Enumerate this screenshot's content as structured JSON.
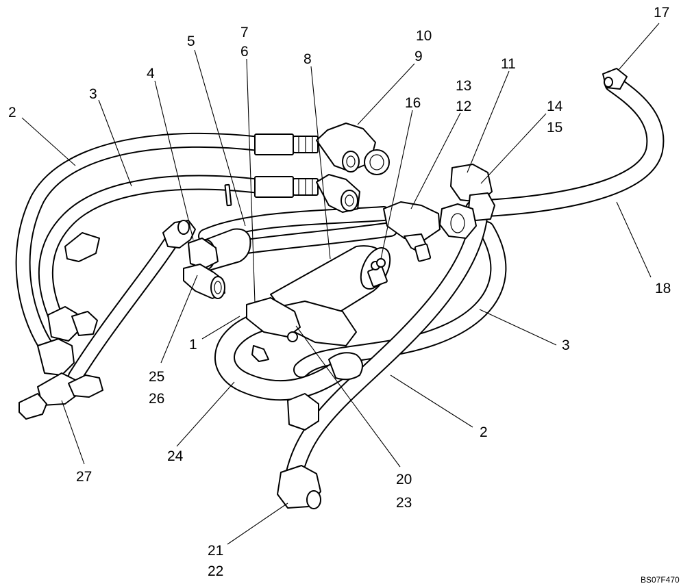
{
  "diagram": {
    "drawing_id": "BS07F470",
    "callouts": {
      "c1": "1",
      "c2a": "2",
      "c2b": "2",
      "c3a": "3",
      "c3b": "3",
      "c4": "4",
      "c5": "5",
      "c6": "6",
      "c7": "7",
      "c8": "8",
      "c9": "9",
      "c10": "10",
      "c11": "11",
      "c12": "12",
      "c13": "13",
      "c14": "14",
      "c15": "15",
      "c16": "16",
      "c17": "17",
      "c18": "18",
      "c20": "20",
      "c21": "21",
      "c22": "22",
      "c23": "23",
      "c24": "24",
      "c25": "25",
      "c26": "26",
      "c27": "27"
    }
  }
}
